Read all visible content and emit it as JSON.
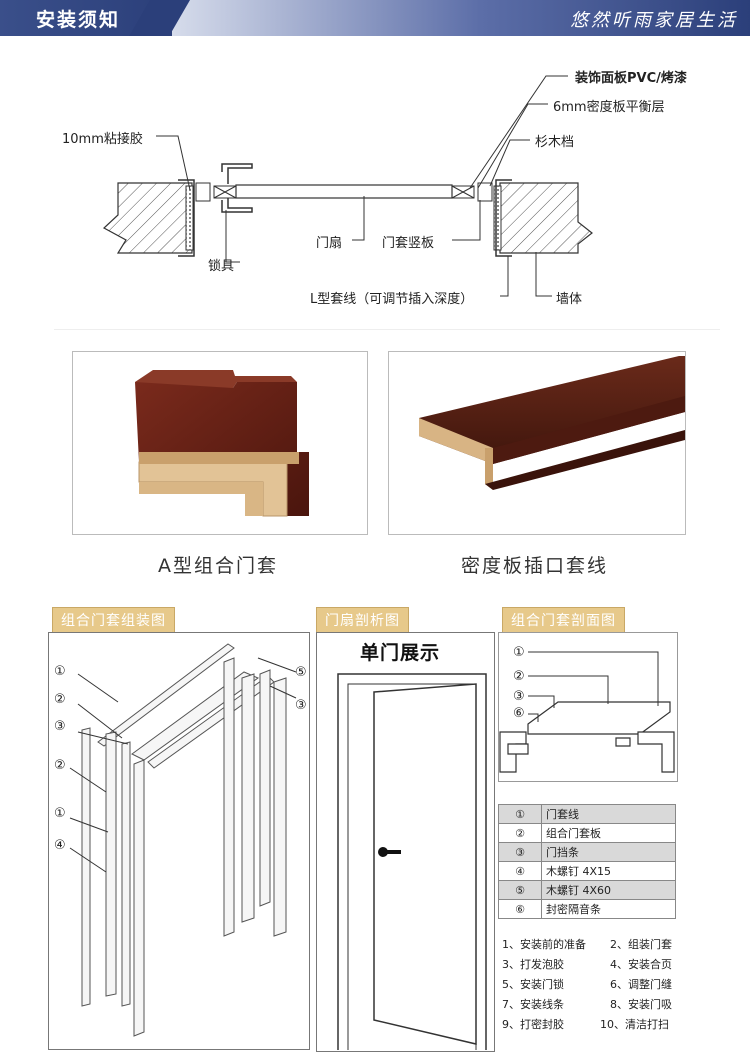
{
  "header": {
    "title": "安装须知",
    "slogan": "悠然听雨家居生活"
  },
  "section_diagram": {
    "labels": {
      "decor_panel": "装饰面板PVC/烤漆",
      "density_board": "6mm密度板平衡层",
      "fir_block": "杉木档",
      "glue": "10mm粘接胶",
      "door_leaf": "门扇",
      "jamb_board": "门套竖板",
      "lock": "锁具",
      "l_trim": "L型套线（可调节插入深度）",
      "wall": "墙体"
    }
  },
  "products": [
    {
      "caption": "A型组合门套"
    },
    {
      "caption": "密度板插口套线"
    }
  ],
  "assembly": {
    "tag": "组合门套组装图",
    "callouts": [
      "①",
      "②",
      "③",
      "②",
      "①",
      "④",
      "⑤",
      "③"
    ]
  },
  "door_section": {
    "tag": "门扇剖析图",
    "title": "单门展示"
  },
  "frame_section": {
    "tag": "组合门套剖面图",
    "callouts": [
      "①",
      "②",
      "③",
      "⑥"
    ]
  },
  "parts_table": [
    {
      "num": "①",
      "name": "门套线"
    },
    {
      "num": "②",
      "name": "组合门套板"
    },
    {
      "num": "③",
      "name": "门挡条"
    },
    {
      "num": "④",
      "name": "木螺钉 4X15"
    },
    {
      "num": "⑤",
      "name": "木螺钉 4X60"
    },
    {
      "num": "⑥",
      "name": "封密隔音条"
    }
  ],
  "steps": [
    "1、安装前的准备",
    "2、组装门套",
    "3、打发泡胶",
    "4、安装合页",
    "5、安装门锁",
    "6、调整门缝",
    "7、安装线条",
    "8、安装门吸",
    "9、打密封胶",
    "10、清洁打扫"
  ],
  "colors": {
    "header_blue": "#2b3f7a",
    "tag_gold": "#e7c98a",
    "wood_dark": "#5e1e14",
    "wood_light": "#e6c9a0"
  }
}
